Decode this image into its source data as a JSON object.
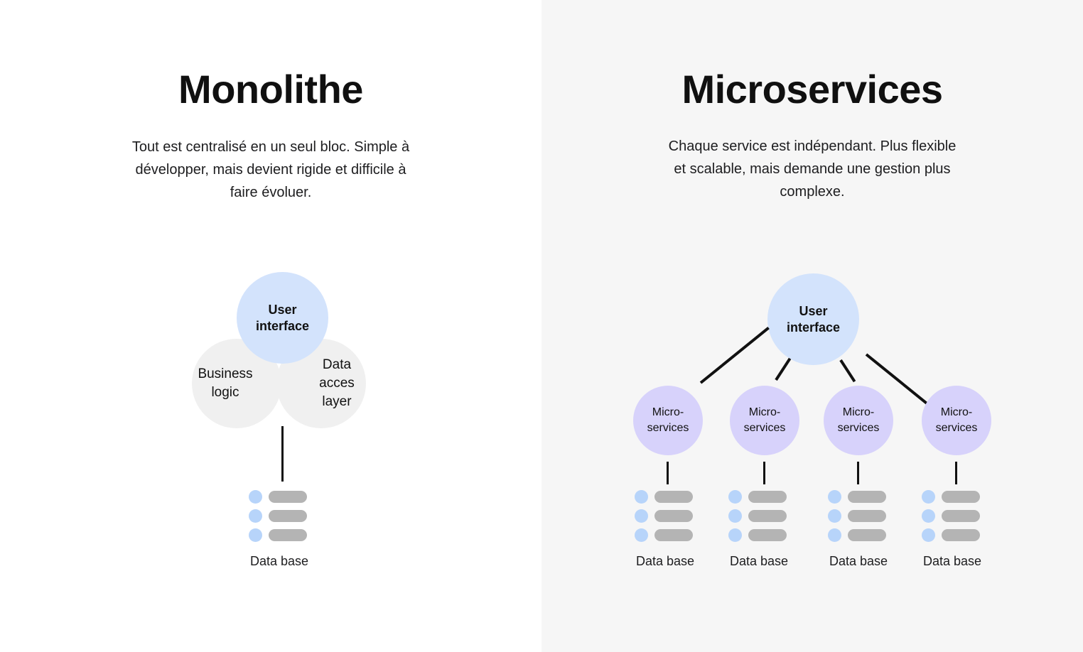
{
  "colors": {
    "panel_left_bg": "#ffffff",
    "panel_right_bg": "#f6f6f6",
    "ui_circle": "#d3e3fc",
    "layer_circle": "#f0f0f0",
    "microservice_circle": "#d7d2fb",
    "db_dot": "#b7d4fa",
    "db_bar": "#b4b4b4",
    "line": "#111111",
    "text": "#1d1d1f"
  },
  "monolith": {
    "title": "Monolithe",
    "description": "Tout est centralisé en un seul bloc. Simple à développer, mais devient rigide et difficile à faire évoluer.",
    "nodes": {
      "user_interface": "User\ninterface",
      "user_interface_line1": "User",
      "user_interface_line2": "interface",
      "business_logic_line1": "Business",
      "business_logic_line2": "logic",
      "data_access_line1": "Data",
      "data_access_line2": "acces",
      "data_access_line3": "layer"
    },
    "database_label": "Data base"
  },
  "microservices": {
    "title": "Microservices",
    "description": "Chaque service est indépendant. Plus flexible et scalable, mais demande une gestion plus complexe.",
    "user_interface_line1": "User",
    "user_interface_line2": "interface",
    "nodes": [
      {
        "line1": "Micro-",
        "line2": "services",
        "db_label": "Data base"
      },
      {
        "line1": "Micro-",
        "line2": "services",
        "db_label": "Data base"
      },
      {
        "line1": "Micro-",
        "line2": "services",
        "db_label": "Data base"
      },
      {
        "line1": "Micro-",
        "line2": "services",
        "db_label": "Data base"
      }
    ]
  }
}
